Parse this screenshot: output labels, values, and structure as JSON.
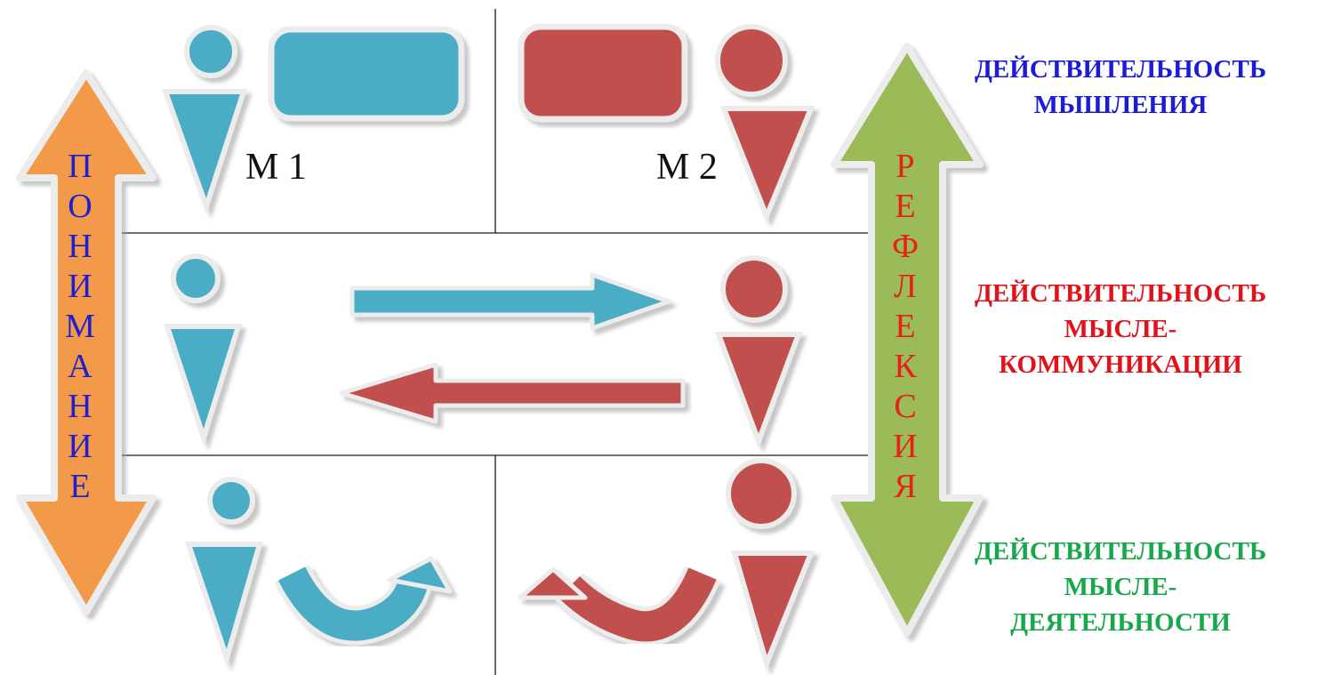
{
  "understanding_arrow": {
    "letters": [
      "П",
      "О",
      "Н",
      "И",
      "М",
      "А",
      "Н",
      "И",
      "Е"
    ],
    "color": "#f29a4a",
    "text_color": "#1f1fd0"
  },
  "reflection_arrow": {
    "letters": [
      "Р",
      "Е",
      "Ф",
      "Л",
      "Е",
      "К",
      "С",
      "И",
      "Я"
    ],
    "color": "#9bbb59",
    "text_color": "#e8201a"
  },
  "model_labels": {
    "m1": "М 1",
    "m2": "М 2"
  },
  "realities": {
    "thinking": {
      "lines": [
        "ДЕЙСТВИТЕЛЬНОСТЬ",
        "МЫШЛЕНИЯ"
      ],
      "color": "#1c1cd6"
    },
    "communication": {
      "lines": [
        "ДЕЙСТВИТЕЛЬНОСТЬ",
        "МЫСЛЕ-",
        "КОММУНИКАЦИИ"
      ],
      "color": "#e0121a"
    },
    "activity": {
      "lines": [
        "ДЕЙСТВИТЕЛЬНОСТЬ",
        "МЫСЛЕ-",
        "ДЕЯТЕЛЬНОСТИ"
      ],
      "color": "#18a84b"
    }
  },
  "colors": {
    "blue_figure": "#4bacc6",
    "red_figure": "#c0504d",
    "grid_line": "#1a1a1a"
  }
}
